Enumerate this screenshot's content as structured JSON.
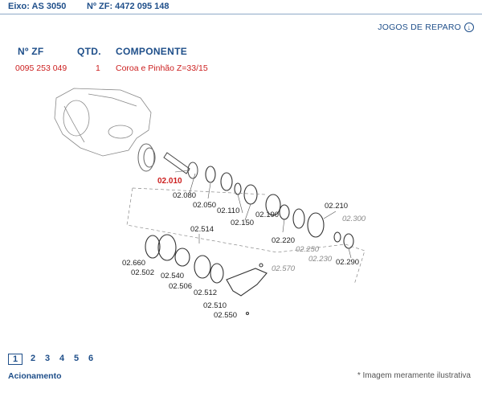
{
  "header": {
    "eixo": "Eixo: AS 3050",
    "nzf": "Nº ZF: 4472 095 148"
  },
  "jogos_link": "JOGOS DE REPARO",
  "table": {
    "columns": [
      "Nº ZF",
      "QTD.",
      "COMPONENTE"
    ],
    "row": {
      "nzf": "0095 253 049",
      "qtd": "1",
      "componente": "Coroa e Pinhão Z=33/15"
    }
  },
  "diagram": {
    "labels": {
      "l02010": "02.010",
      "l02080": "02.080",
      "l02050": "02.050",
      "l02110": "02.110",
      "l02150": "02.150",
      "l02190": "02.190",
      "l02210": "02.210",
      "l02300": "02.300",
      "l02220": "02.220",
      "l02250": "02.250",
      "l02230": "02.230",
      "l02290": "02.290",
      "l02514": "02.514",
      "l02660": "02.660",
      "l02502": "02.502",
      "l02540": "02.540",
      "l02506": "02.506",
      "l02512": "02.512",
      "l02510": "02.510",
      "l02550": "02.550",
      "l02570": "02.570"
    }
  },
  "pagination": {
    "pages": [
      "1",
      "2",
      "3",
      "4",
      "5",
      "6"
    ],
    "active": "1"
  },
  "section_link": "Acionamento",
  "footnote": "* Imagem meramente ilustrativa"
}
